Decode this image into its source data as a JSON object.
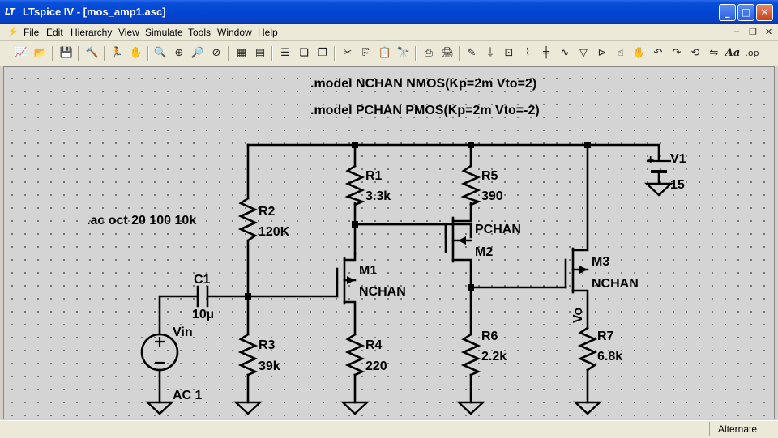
{
  "window": {
    "title": "LTspice IV - [mos_amp1.asc]",
    "icon_label": "LT"
  },
  "menu": {
    "items": [
      "File",
      "Edit",
      "Hierarchy",
      "View",
      "Simulate",
      "Tools",
      "Window",
      "Help"
    ]
  },
  "toolbar": {
    "icons": [
      "new-schematic-icon",
      "open-icon",
      "save-icon",
      "control-panel-icon",
      "run-icon",
      "halt-icon",
      "zoom-in-icon",
      "pan-icon",
      "zoom-out-icon",
      "zoom-cancel-icon",
      "waveform-icon",
      "autorange-icon",
      "tile-horizontal-icon",
      "cascade-icon",
      "tile-vertical-icon",
      "cut-icon",
      "copy-icon",
      "paste-icon",
      "find-icon",
      "print-setup-icon",
      "print-icon",
      "draw-wire-icon",
      "ground-icon",
      "label-net-icon",
      "resistor-icon",
      "capacitor-icon",
      "inductor-icon",
      "diode-icon",
      "component-icon",
      "move-icon",
      "drag-icon",
      "undo-icon",
      "redo-icon",
      "rotate-icon",
      "mirror-icon",
      "text-icon",
      "spice-directive-icon"
    ]
  },
  "schematic": {
    "directives": {
      "model_n": ".model NCHAN NMOS(Kp=2m Vto=2)",
      "model_p": ".model PCHAN PMOS(Kp=2m Vto=-2)",
      "ac": ".ac oct 20 100 10k"
    },
    "components": {
      "r1": {
        "name": "R1",
        "value": "3.3k"
      },
      "r2": {
        "name": "R2",
        "value": "120K"
      },
      "r3": {
        "name": "R3",
        "value": "39k"
      },
      "r4": {
        "name": "R4",
        "value": "220"
      },
      "r5": {
        "name": "R5",
        "value": "390"
      },
      "r6": {
        "name": "R6",
        "value": "2.2k"
      },
      "r7": {
        "name": "R7",
        "value": "6.8k"
      },
      "c1": {
        "name": "C1",
        "value": "10µ"
      },
      "m1": {
        "name": "M1",
        "model": "NCHAN"
      },
      "m2": {
        "name": "M2",
        "model": "PCHAN"
      },
      "m3": {
        "name": "M3",
        "model": "NCHAN"
      },
      "v1": {
        "name": "V1",
        "value": "15"
      },
      "vin": {
        "name": "Vin",
        "value": "AC 1"
      }
    },
    "net_labels": {
      "vo": "Vo"
    }
  },
  "status": {
    "mode": "Alternate"
  }
}
